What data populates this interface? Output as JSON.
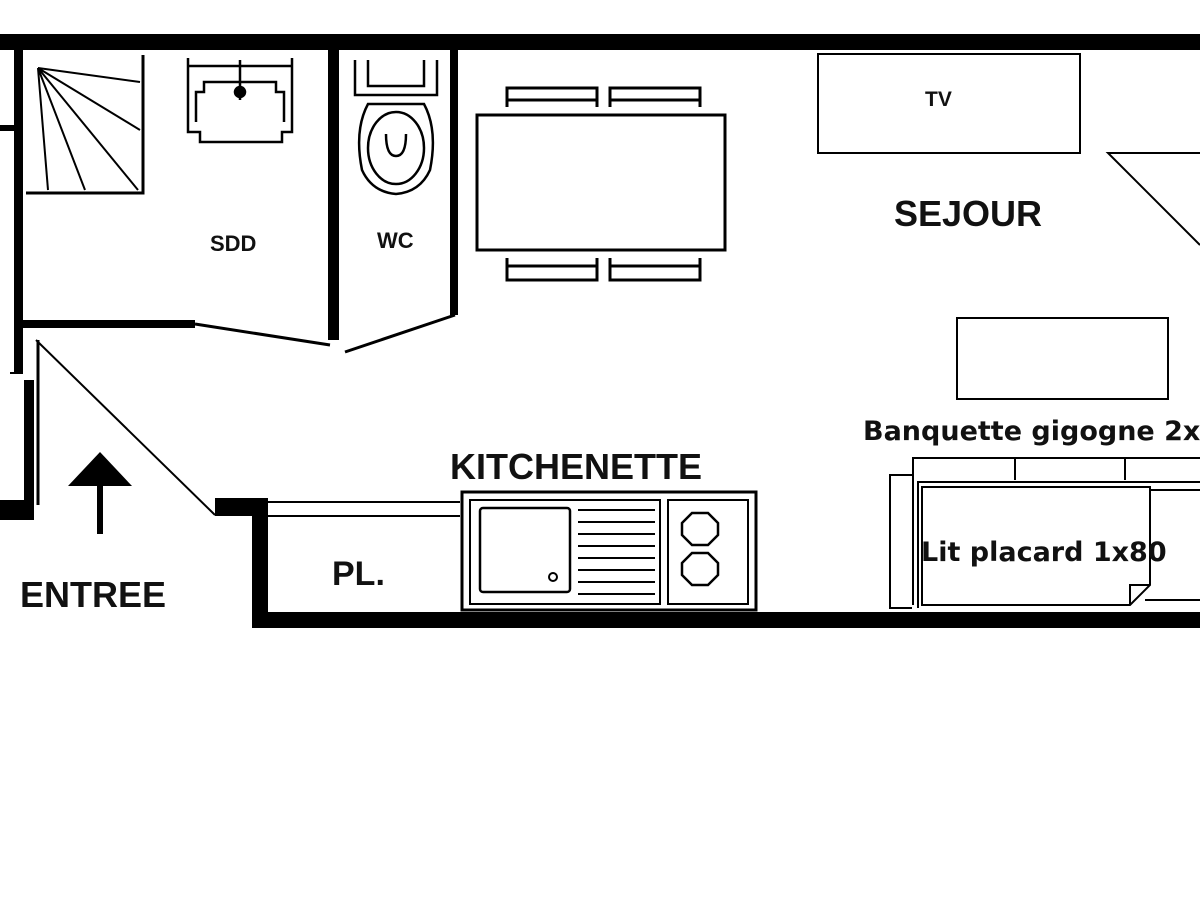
{
  "plan": {
    "rooms": {
      "bathroom": "SDD",
      "toilet": "WC",
      "living": "SEJOUR",
      "kitchen": "KITCHENETTE",
      "closet": "PL.",
      "entrance": "ENTREE"
    },
    "furniture": {
      "tv": "TV",
      "sofa_bed": "Banquette gigogne 2x",
      "wall_bed": "Lit placard 1x80"
    },
    "colors": {
      "walls": "#000000",
      "background": "#ffffff"
    }
  }
}
